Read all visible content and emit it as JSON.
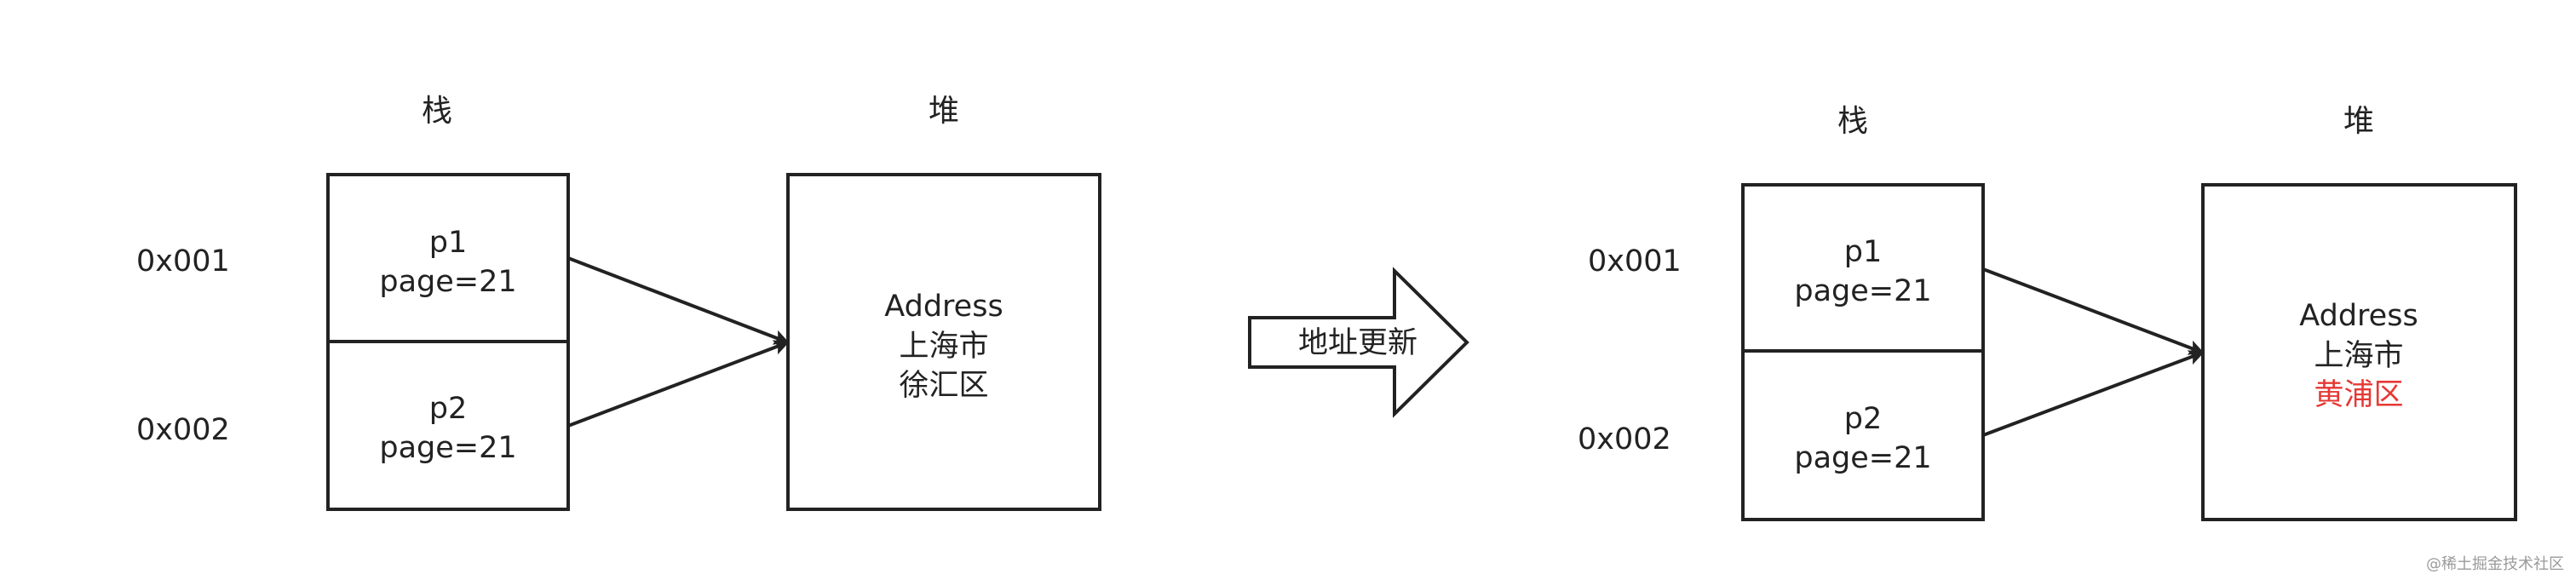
{
  "before": {
    "stack_label": "栈",
    "heap_label": "堆",
    "addresses": [
      "0x001",
      "0x002"
    ],
    "cells": [
      {
        "name": "p1",
        "page": "page=21"
      },
      {
        "name": "p2",
        "page": "page=21"
      }
    ],
    "heap_lines": [
      "Address",
      "上海市",
      "徐汇区"
    ]
  },
  "transition_label": "地址更新",
  "after": {
    "stack_label": "栈",
    "heap_label": "堆",
    "addresses": [
      "0x001",
      "0x002"
    ],
    "cells": [
      {
        "name": "p1",
        "page": "page=21"
      },
      {
        "name": "p2",
        "page": "page=21"
      }
    ],
    "heap_lines": [
      "Address",
      "上海市",
      "黄浦区"
    ],
    "highlight_color": "#e53935"
  },
  "watermark": "@稀土掘金技术社区"
}
